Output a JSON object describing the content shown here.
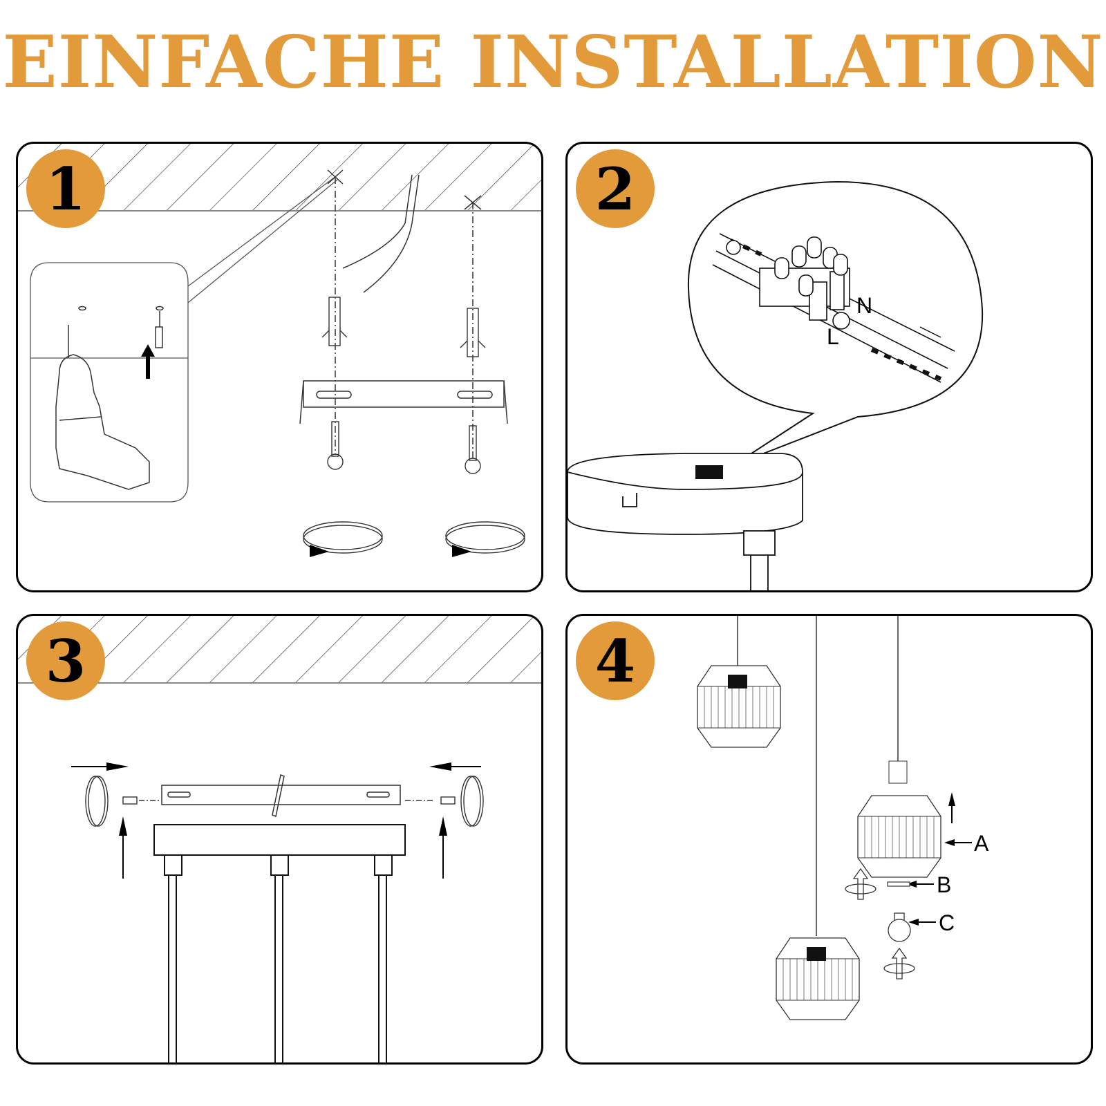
{
  "title": "EINFACHE INSTALLATION",
  "accent_color": "#e39a3b",
  "steps": [
    {
      "number": "1",
      "description": "Drill holes, insert wall plugs, screw mounting bracket to ceiling"
    },
    {
      "number": "2",
      "description": "Connect wires to terminal block in canopy",
      "terminal_labels": [
        "N",
        "L"
      ],
      "earth_symbol": "earth-ground"
    },
    {
      "number": "3",
      "description": "Attach canopy to bracket with side screws"
    },
    {
      "number": "4",
      "description": "Assemble shade, ring and bulb",
      "part_labels": [
        "A",
        "B",
        "C"
      ]
    }
  ]
}
